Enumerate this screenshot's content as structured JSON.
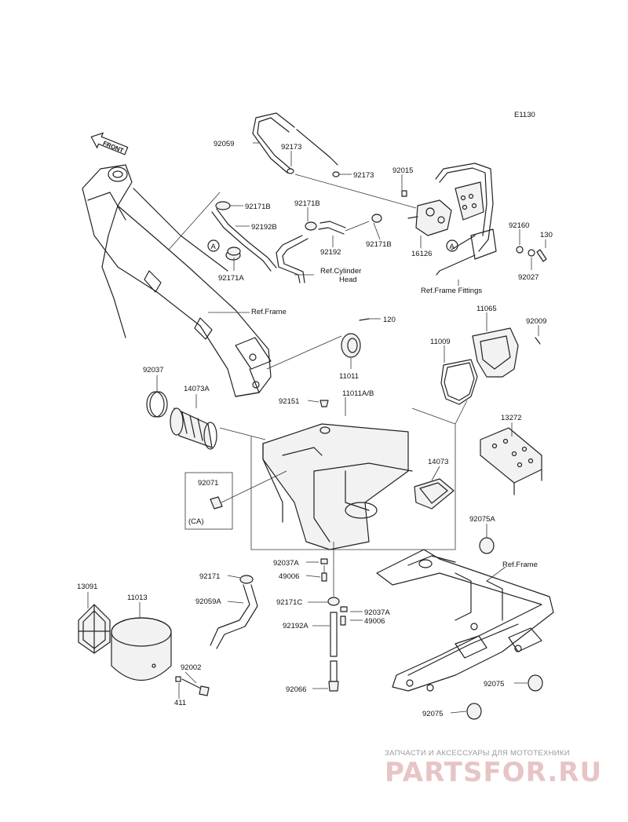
{
  "diagram_id": "E1130",
  "front_label": "FRONT",
  "ref_labels": {
    "cylinder_head_1": "Ref.Cylinder",
    "cylinder_head_2": "Head",
    "frame_top": "Ref.Frame",
    "frame_fittings": "Ref.Frame Fittings",
    "frame_bottom": "Ref.Frame"
  },
  "callouts": {
    "a1": "A",
    "a2": "A",
    "ca": "(CA)"
  },
  "parts": [
    "92059",
    "92173",
    "92173",
    "92015",
    "92171B",
    "92192B",
    "92171B",
    "92192",
    "92171B",
    "16126",
    "92160",
    "130",
    "92027",
    "92171A",
    "120",
    "11065",
    "92009",
    "11009",
    "11011",
    "92037",
    "14073A",
    "92151",
    "11011A/B",
    "13272",
    "14073",
    "92071",
    "92075A",
    "92171",
    "92037A",
    "49006",
    "92059A",
    "92171C",
    "92037A",
    "49006",
    "92192A",
    "13091",
    "11013",
    "92002",
    "411",
    "92066",
    "92075",
    "92075"
  ],
  "watermark": {
    "subtitle": "ЗАПЧАСТИ И АКСЕССУАРЫ ДЛЯ МОТОТЕХНИКИ",
    "brand": "PARTSFOR.RU"
  }
}
